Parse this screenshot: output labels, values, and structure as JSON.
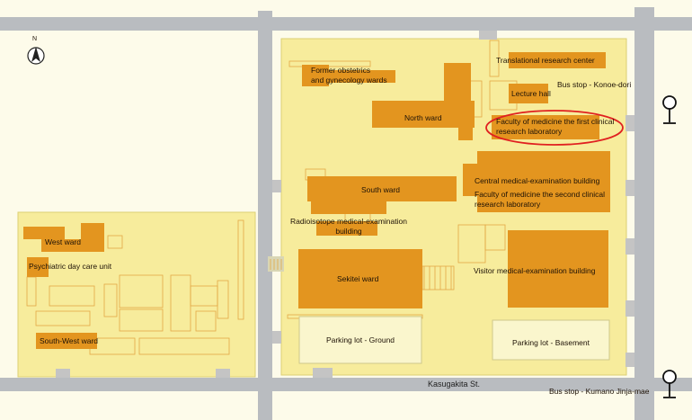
{
  "compass": {
    "letter": "N",
    "icon": "north-arrow-icon"
  },
  "buildings": {
    "former_obstetrics": "Former obstetrics\nand gynecology wards",
    "translational": "Translational research center",
    "lecture_hall": "Lecture hall",
    "north_ward": "North ward",
    "first_lab": "Faculty of medicine the first clinical\nresearch laboratory",
    "central_exam": "Central medical-examination building",
    "second_lab": "Faculty of medicine the second clinical\nresearch laboratory",
    "south_ward": "South ward",
    "radioisotope": "Radioisotope medical-examination\nbuilding",
    "west_ward": "West ward",
    "psychiatric": "Psychiatric day care unit",
    "sekitei": "Sekitei ward",
    "visitor_exam": "Visitor medical-examination building",
    "south_west": "South-West ward",
    "parking_ground": "Parking lot - Ground",
    "parking_basement": "Parking lot - Basement"
  },
  "roads": {
    "kasugakita": "Kasugakita St."
  },
  "bus_stops": {
    "konoe": "Bus stop - Konoe-dori",
    "kumano": "Bus stop - Kumano Jinja-mae"
  },
  "highlight": {
    "target": "first_lab",
    "color": "#e02020"
  },
  "colors": {
    "campus": "#f7ec9c",
    "building": "#e3951f",
    "road": "#b9bcc0",
    "background": "#fdfbea"
  }
}
